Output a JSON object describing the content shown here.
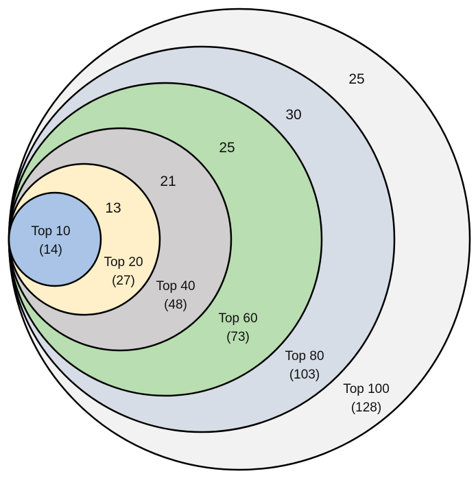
{
  "diagram": {
    "rings": [
      {
        "name": "Top 100",
        "total": "(128)",
        "increment": "25",
        "fill": "#f2f2f2"
      },
      {
        "name": "Top 80",
        "total": "(103)",
        "increment": "30",
        "fill": "#d6dde6"
      },
      {
        "name": "Top 60",
        "total": "(73)",
        "increment": "25",
        "fill": "#b9deb1"
      },
      {
        "name": "Top 40",
        "total": "(48)",
        "increment": "21",
        "fill": "#d0cece"
      },
      {
        "name": "Top 20",
        "total": "(27)",
        "increment": "13",
        "fill": "#fff0c9"
      },
      {
        "name": "Top 10",
        "total": "(14)",
        "fill": "#a9c4e6"
      }
    ]
  }
}
